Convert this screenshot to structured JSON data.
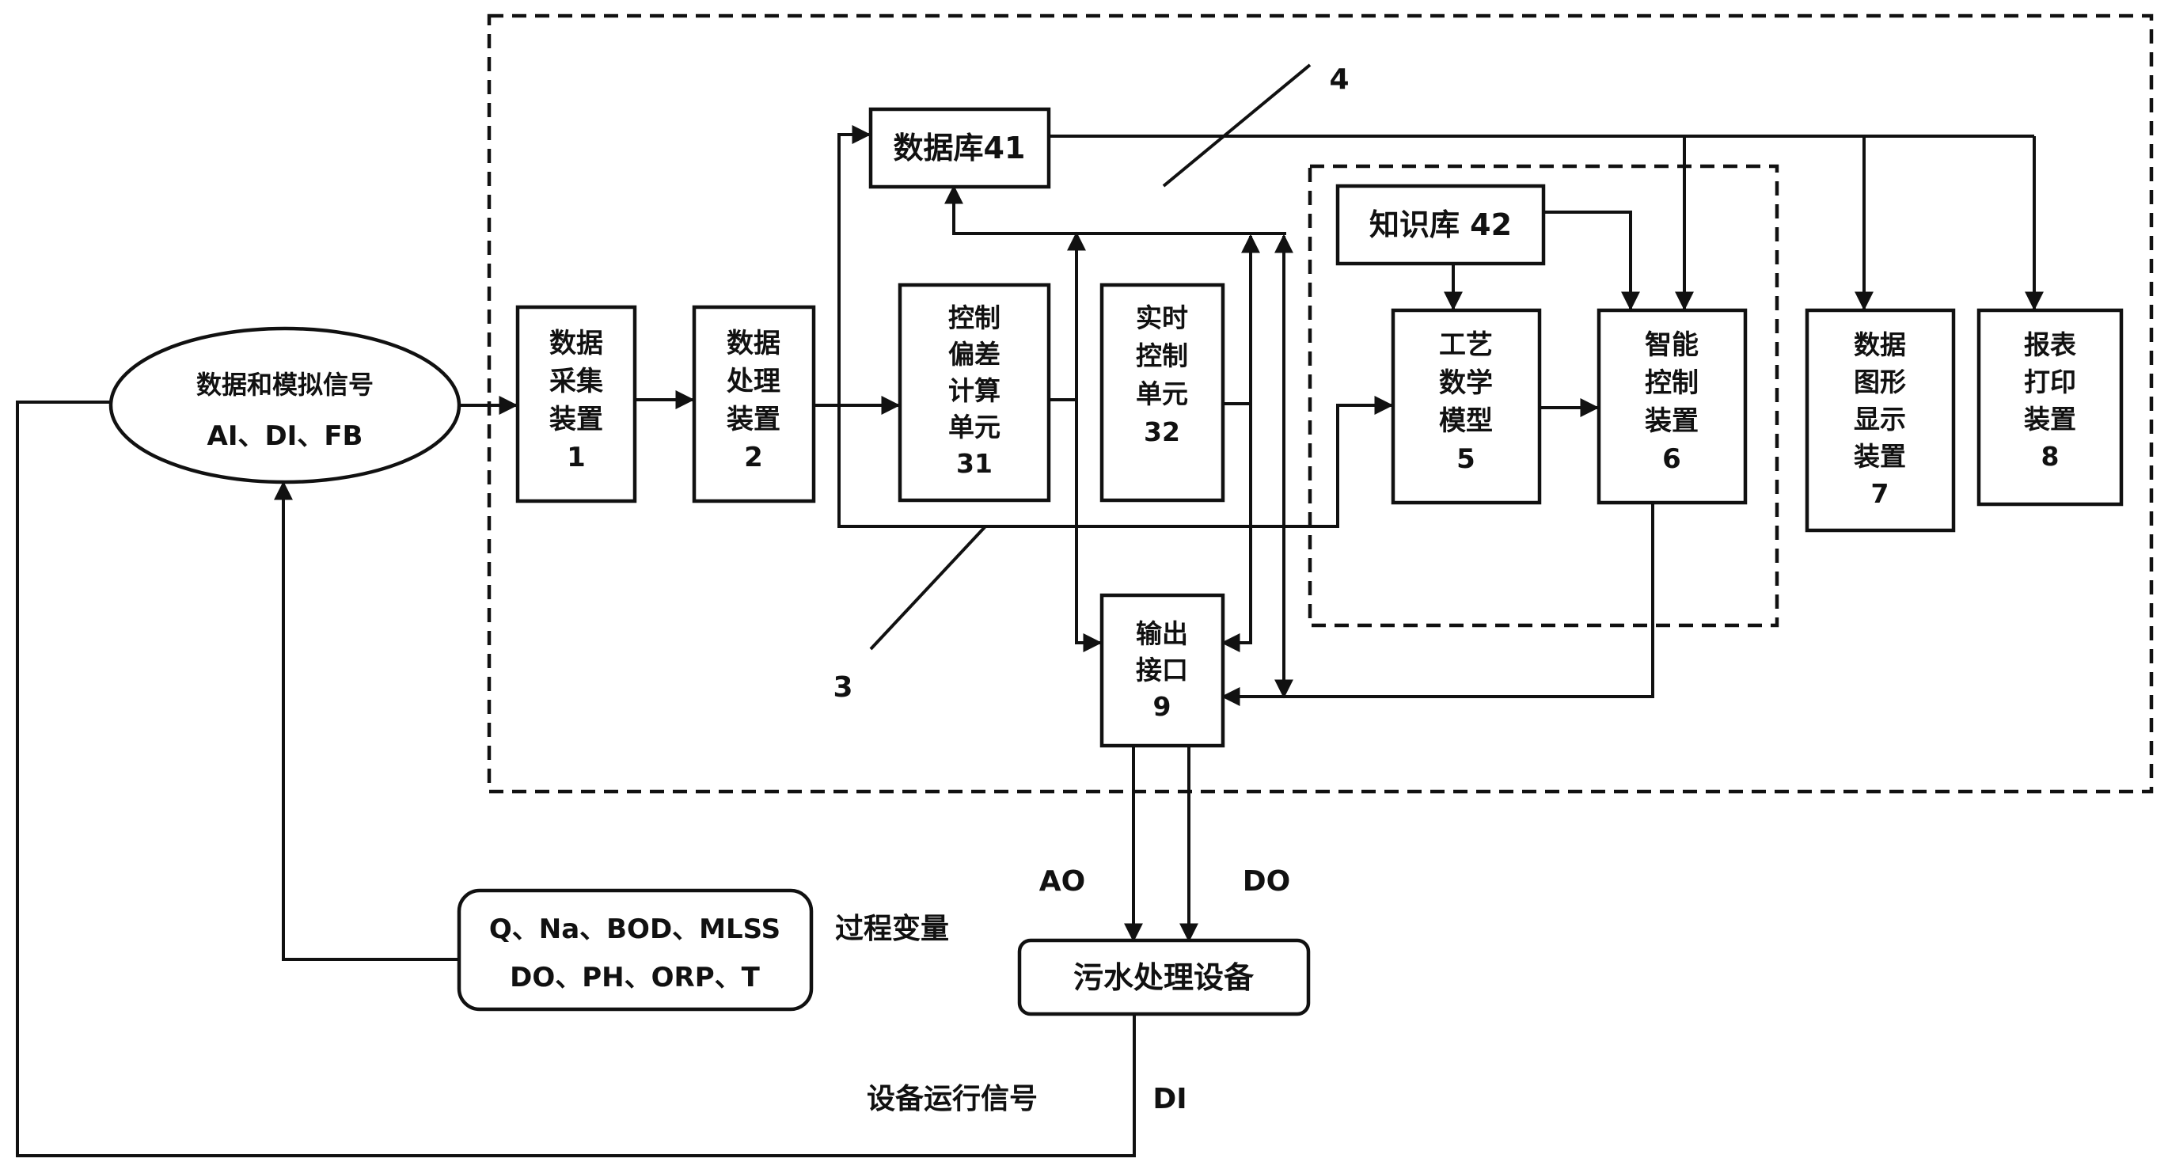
{
  "signal_source": {
    "line1": "数据和模拟信号",
    "line2": "AI、DI、FB"
  },
  "blocks": {
    "data_acquisition": [
      "数据",
      "采集",
      "装置",
      "1"
    ],
    "data_processing": [
      "数据",
      "处理",
      "装置",
      "2"
    ],
    "deviation_calc": [
      "控制",
      "偏差",
      "计算",
      "单元",
      "31"
    ],
    "realtime_control": [
      "实时",
      "控制",
      "单元",
      "32"
    ],
    "process_model": [
      "工艺",
      "数学",
      "模型",
      "5"
    ],
    "intelligent_control": [
      "智能",
      "控制",
      "装置",
      "6"
    ],
    "graphic_display": [
      "数据",
      "图形",
      "显示",
      "装置",
      "7"
    ],
    "report_print": [
      "报表",
      "打印",
      "装置",
      "8"
    ],
    "output_interface": [
      "输出",
      "接口",
      "9"
    ]
  },
  "database": "数据库41",
  "knowledge_base": "知识库 42",
  "callouts": {
    "region3": "3",
    "region4": "4"
  },
  "signals": {
    "ao": "AO",
    "do": "DO",
    "di": "DI"
  },
  "process_vars": {
    "line1": "Q、Na、BOD、MLSS",
    "line2": "DO、PH、ORP、T",
    "label": "过程变量"
  },
  "equipment": "污水处理设备",
  "equipment_signal": "设备运行信号"
}
